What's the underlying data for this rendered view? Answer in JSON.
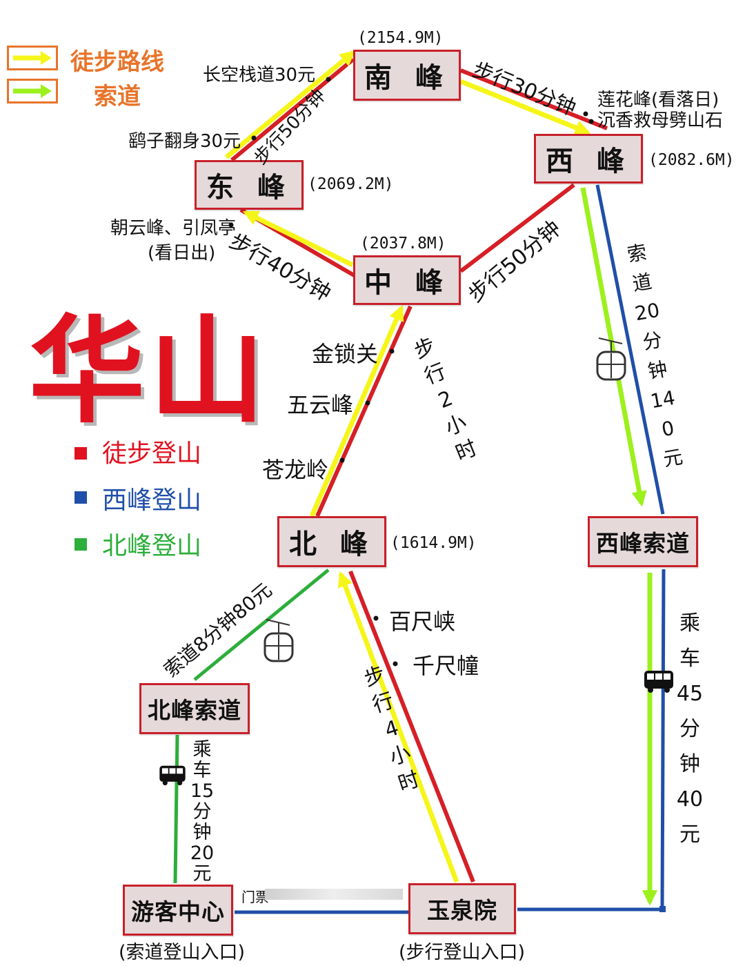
{
  "title": "华山",
  "legend_routes": {
    "walk": {
      "label": "徒步路线",
      "color": "#f5f51a"
    },
    "cable": {
      "label": "索道",
      "color": "#9cf01c"
    }
  },
  "legend_climb": [
    {
      "label": "徒步登山",
      "color": "#e0121f"
    },
    {
      "label": "西峰登山",
      "color": "#1f4fa8"
    },
    {
      "label": "北峰登山",
      "color": "#2cae3a"
    }
  ],
  "nodes": {
    "south": {
      "name": "南 峰",
      "alt": "(2154.9M)"
    },
    "west": {
      "name": "西 峰",
      "alt": "(2082.6M)"
    },
    "east": {
      "name": "东 峰",
      "alt": "(2069.2M)"
    },
    "center": {
      "name": "中 峰",
      "alt": "(2037.8M)"
    },
    "north": {
      "name": "北 峰",
      "alt": "(1614.9M)"
    },
    "west_cable": {
      "name": "西峰索道"
    },
    "north_cable": {
      "name": "北峰索道"
    },
    "visitor_center": {
      "name": "游客中心",
      "note": "(索道登山入口)"
    },
    "yuquan": {
      "name": "玉泉院",
      "note": "(步行登山入口)"
    }
  },
  "routes": {
    "east_south": "步行50分钟",
    "south_west": "步行30分钟",
    "center_east": "步行40分钟",
    "center_west": "步行50分钟",
    "north_center": "步行2小时",
    "yuquan_north": "步行4小时",
    "north_cable": "索道8分钟80元",
    "west_cable": "索道20分钟140元",
    "west_bus": "乘车45分钟40元",
    "north_bus": "乘车15分钟20元",
    "gate": "门票"
  },
  "attractions": {
    "changkong": "长空栈道30元",
    "yaozi": "鹞子翻身30元",
    "lianhua": "莲花峰(看落日)",
    "chenxiang": "沉香救母劈山石",
    "chaoyun": "朝云峰、引凤亭",
    "kanrichu": "(看日出)",
    "jinsuo": "金锁关",
    "wuyun": "五云峰",
    "canglong": "苍龙岭",
    "baichi": "百尺峡",
    "qianchi": "千尺幢"
  }
}
